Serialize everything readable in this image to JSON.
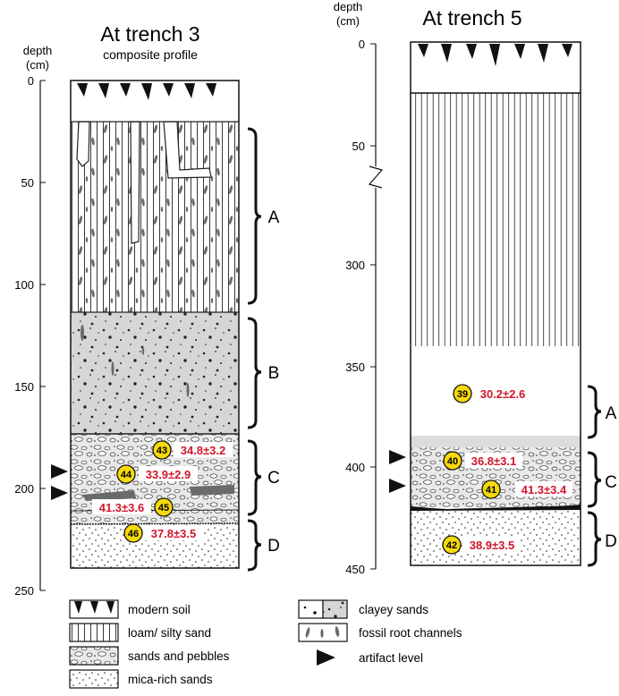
{
  "profiles": [
    {
      "id": "trench3",
      "title": "At trench 3",
      "subtitle": "composite profile",
      "axis": {
        "label_line1": "depth",
        "label_line2": "(cm)",
        "ticks": [
          "0",
          "50",
          "100",
          "150",
          "200",
          "250"
        ]
      },
      "units": [
        {
          "label": "A",
          "top_cm": 20,
          "bottom_cm": 116
        },
        {
          "label": "B",
          "top_cm": 116,
          "bottom_cm": 173
        },
        {
          "label": "C",
          "top_cm": 173,
          "bottom_cm": 214
        },
        {
          "label": "D",
          "top_cm": 214,
          "bottom_cm": 240
        }
      ],
      "samples": [
        {
          "id": "43",
          "age": "34.8±3.2",
          "depth_cm": 181
        },
        {
          "id": "44",
          "age": "33.9±2.9",
          "depth_cm": 193
        },
        {
          "id": "45",
          "age": "41.3±3.6",
          "depth_cm": 209
        },
        {
          "id": "46",
          "age": "37.8±3.5",
          "depth_cm": 222
        }
      ],
      "artifact_levels_cm": [
        192,
        203
      ]
    },
    {
      "id": "trench5",
      "title": "At trench 5",
      "axis": {
        "label_line1": "depth",
        "label_line2": "(cm)",
        "ticks": [
          "0",
          "50",
          "300",
          "350",
          "400",
          "450"
        ],
        "break_between": [
          "50",
          "300"
        ]
      },
      "units": [
        {
          "label": "A",
          "top_cm": 362,
          "bottom_cm": 385
        },
        {
          "label": "C",
          "top_cm": 386,
          "bottom_cm": 418
        },
        {
          "label": "D",
          "top_cm": 420,
          "bottom_cm": 450
        }
      ],
      "samples": [
        {
          "id": "39",
          "age": "30.2±2.6",
          "depth_cm": 362
        },
        {
          "id": "40",
          "age": "36.8±3.1",
          "depth_cm": 396
        },
        {
          "id": "41",
          "age": "41.3±3.4",
          "depth_cm": 410
        },
        {
          "id": "42",
          "age": "38.9±3.5",
          "depth_cm": 436
        }
      ],
      "artifact_levels_cm": [
        394,
        408
      ]
    }
  ],
  "legend": [
    {
      "key": "modern_soil",
      "label": "modern soil"
    },
    {
      "key": "loam",
      "label": "loam/ silty sand"
    },
    {
      "key": "sands_pebbles",
      "label": "sands and pebbles"
    },
    {
      "key": "mica",
      "label": "mica-rich sands"
    },
    {
      "key": "clayey",
      "label": "clayey sands"
    },
    {
      "key": "roots",
      "label": "fossil root channels"
    },
    {
      "key": "artifact",
      "label": "artifact level"
    }
  ],
  "colors": {
    "age_label": "#d0162b",
    "sample_marker": "#f5d90a",
    "clayey_fill": "#d6d6d6",
    "pebble_fill": "#e8e8e8",
    "root": "#6a6a6a"
  }
}
